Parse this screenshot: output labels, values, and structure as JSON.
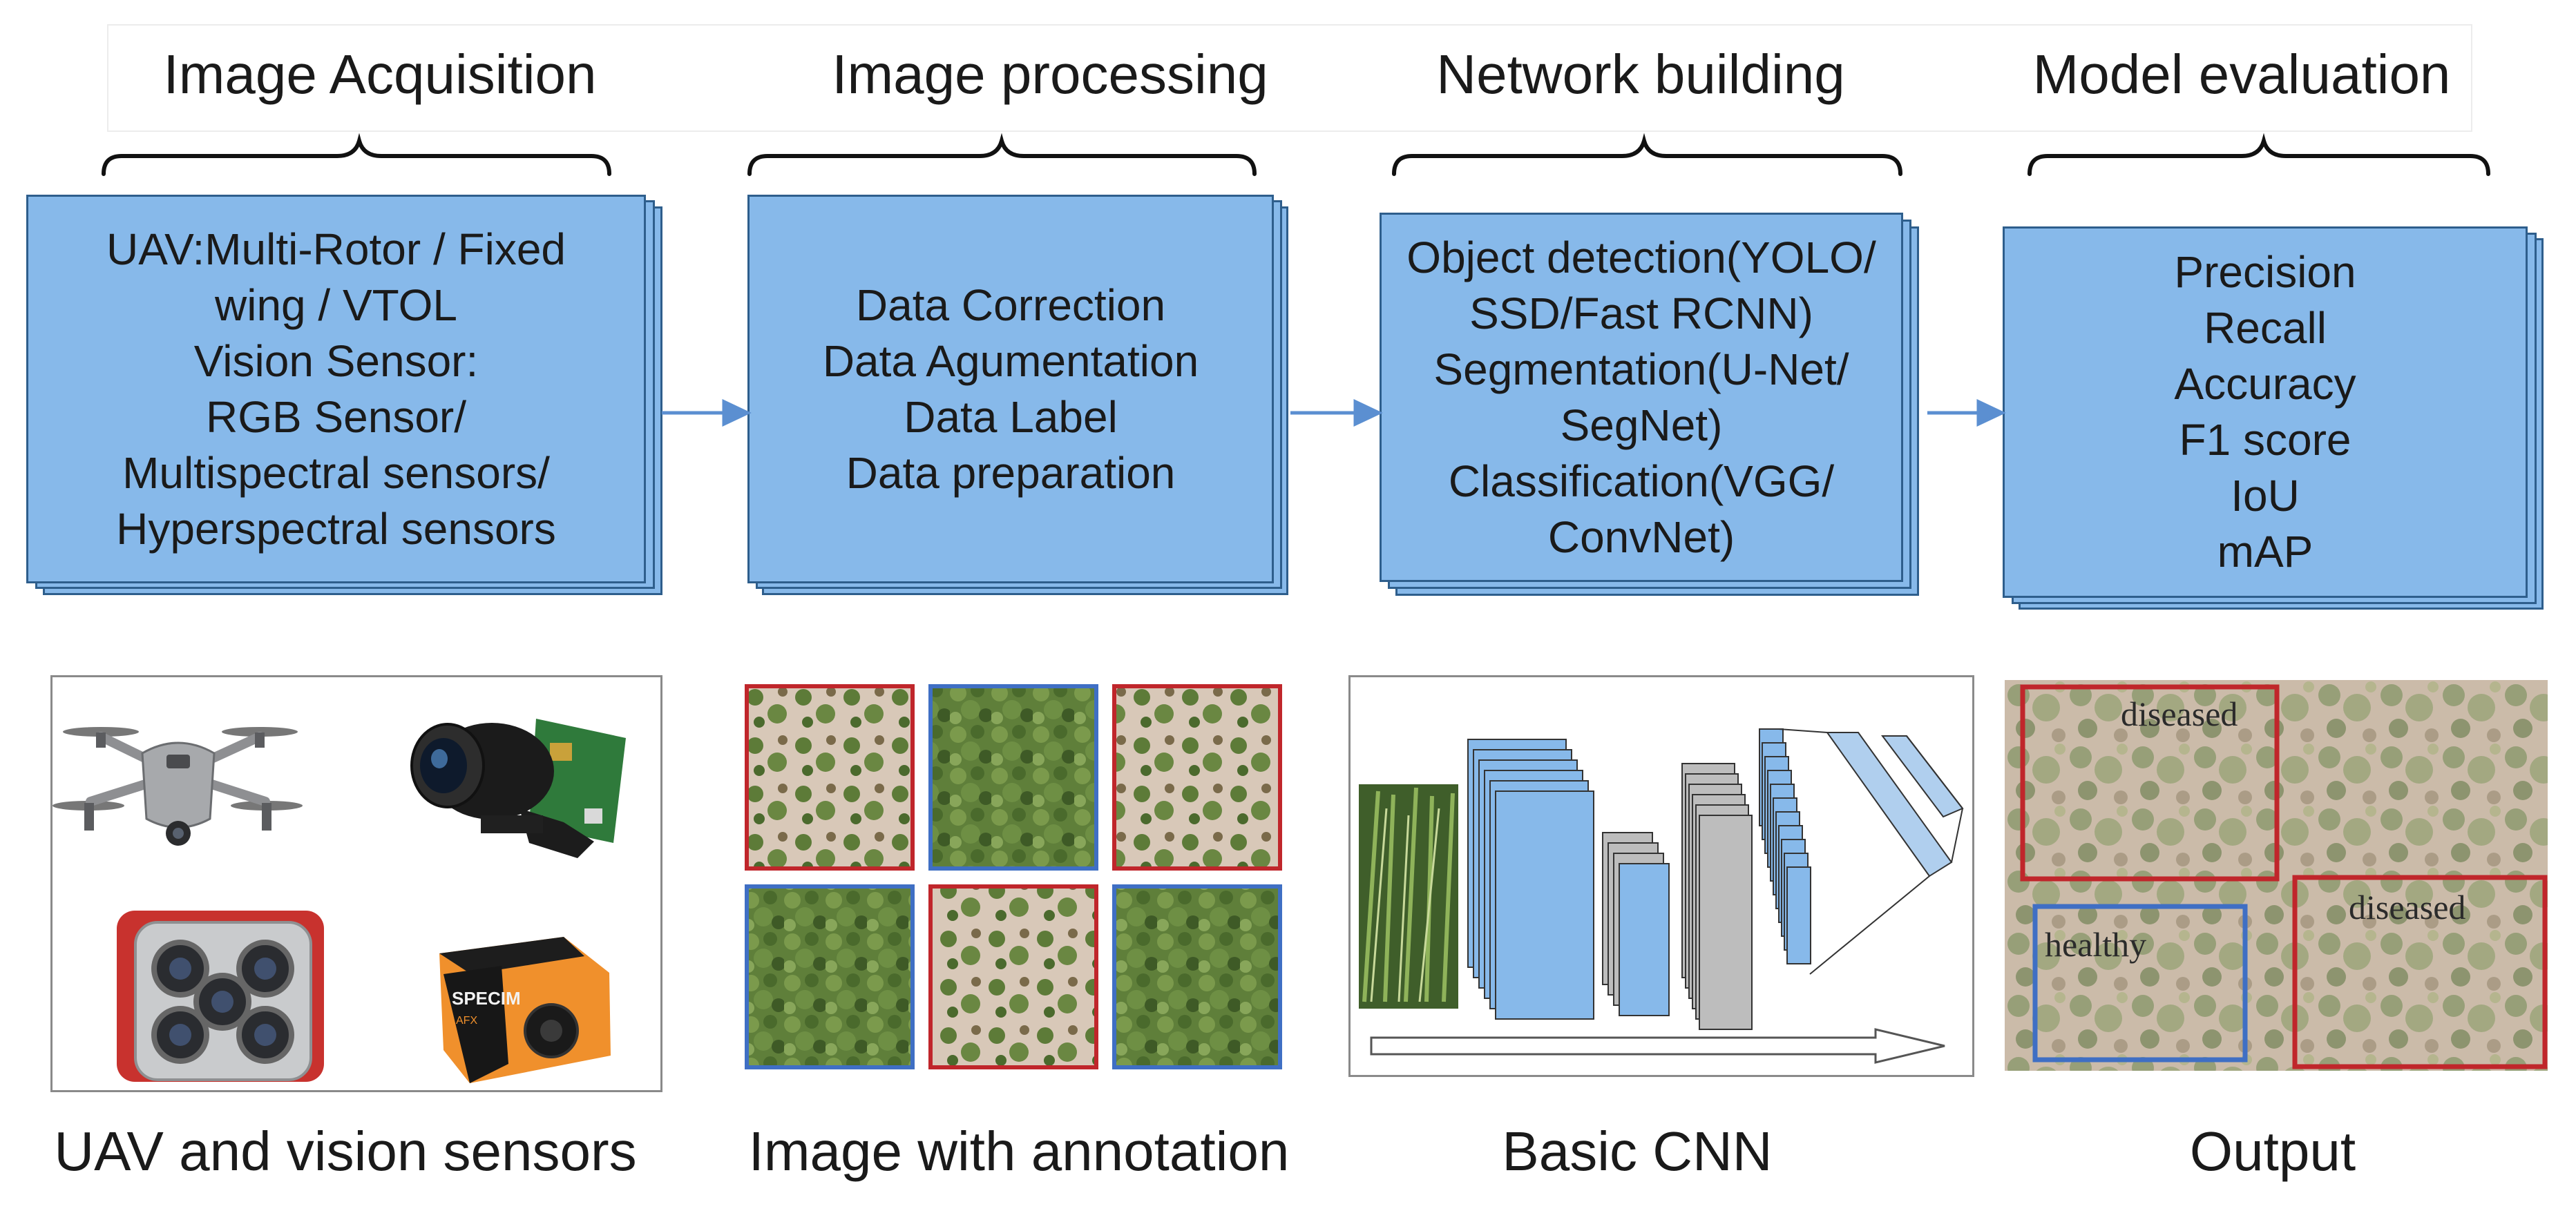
{
  "stages": [
    {
      "id": "acquisition",
      "title": "Image Acquisition",
      "lines": [
        "UAV:Multi-Rotor / Fixed",
        "wing / VTOL",
        "Vision Sensor:",
        "RGB Sensor/",
        "Multispectral sensors/",
        "Hyperspectral sensors"
      ],
      "caption": "UAV and vision sensors"
    },
    {
      "id": "processing",
      "title": "Image processing",
      "lines": [
        "Data Correction",
        "Data Agumentation",
        "Data Label",
        "Data preparation"
      ],
      "caption": "Image with annotation"
    },
    {
      "id": "network",
      "title": "Network building",
      "lines": [
        "Object detection(YOLO/",
        "SSD/Fast RCNN)",
        "Segmentation(U-Net/",
        "SegNet)",
        "Classification(VGG/",
        "ConvNet)"
      ],
      "caption": "Basic CNN"
    },
    {
      "id": "evaluation",
      "title": "Model evaluation",
      "lines": [
        "Precision",
        "Recall",
        "Accuracy",
        "F1 score",
        "IoU",
        "mAP"
      ],
      "caption": "Output"
    }
  ],
  "devices": {
    "drone": "drone-icon",
    "camera": "camera-module-icon",
    "multispectral": "multispectral-camera-icon",
    "hyperspectral": "hyperspectral-camera-icon",
    "hyperspectral_brand": "SPECIM",
    "hyperspectral_model": "AFX"
  },
  "annotation_grid": {
    "tiles": [
      {
        "class": "diseased",
        "box_color": "#c0262b"
      },
      {
        "class": "healthy",
        "box_color": "#3f6fc4"
      },
      {
        "class": "diseased",
        "box_color": "#c0262b"
      },
      {
        "class": "healthy",
        "box_color": "#3f6fc4"
      },
      {
        "class": "diseased",
        "box_color": "#c0262b"
      },
      {
        "class": "healthy",
        "box_color": "#3f6fc4"
      }
    ]
  },
  "output": {
    "detections": [
      {
        "label": "diseased",
        "color": "#c0262b"
      },
      {
        "label": "healthy",
        "color": "#3f6fc4"
      },
      {
        "label": "diseased",
        "color": "#c0262b"
      }
    ]
  },
  "colors": {
    "box_fill": "#87b9ea",
    "box_border": "#2e5e8c",
    "arrow": "#5b8fd1",
    "diseased": "#c0262b",
    "healthy": "#3f6fc4",
    "cnn_blue": "#87b9ea",
    "cnn_gray": "#bdbdbd"
  }
}
